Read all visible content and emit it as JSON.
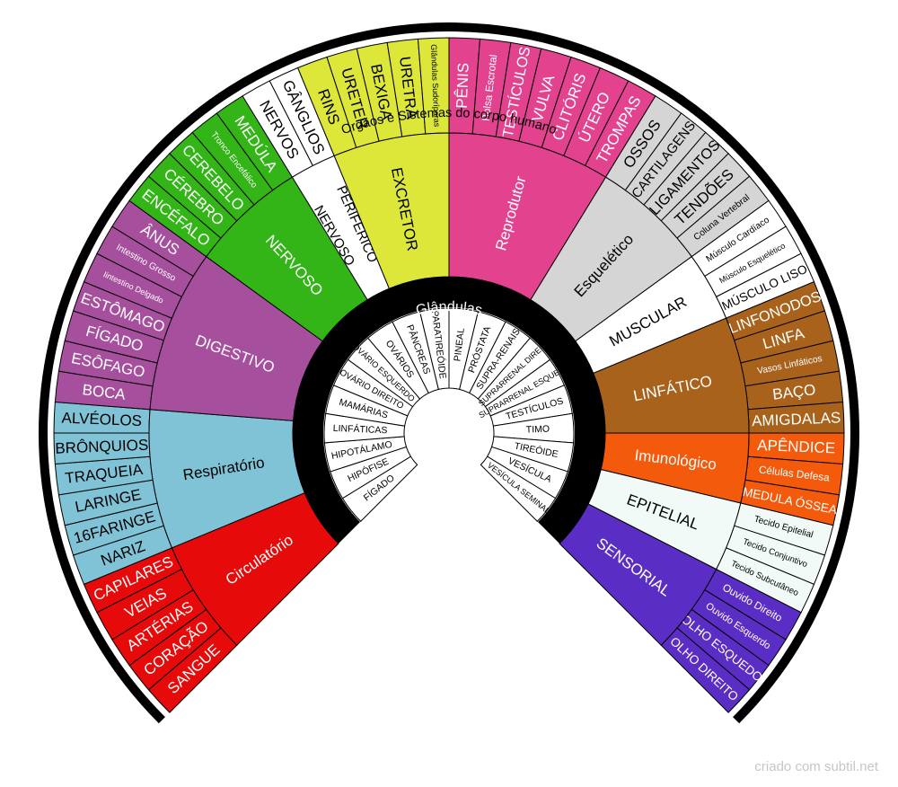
{
  "title": "Orgãos e Sistemas do corpo humano",
  "credit": "criado com subtil.net",
  "glands": {
    "title": "Glândulas",
    "items": [
      "FÍGADO",
      "HIPÓFISE",
      "HIPOTÁLAMO",
      "LINFÁTICAS",
      "MAMÁRIAS",
      "OVÁRIO DIREITO",
      "OVÁRIO ESQUERDO",
      "OVÁRIOS",
      "PÂNCREAS",
      "PARATIREÓIDE",
      "PINEAL",
      "PRÓSTATA",
      "SUPRA-RENAIS",
      "SUPRARRENAL DIREITA",
      "SUPRARRENAL ESQUERDA",
      "TESTÍCULOS",
      "TIMO",
      "TIREÓIDE",
      "VESÍCULA",
      "VESÍCULA SEMINAL"
    ]
  },
  "systems": [
    {
      "name": "Circulatório",
      "color": "#e60a0a",
      "text": "#ffffff",
      "organs": [
        "SANGUE",
        "CORAÇÃO",
        "ARTÉRIAS",
        "VEIAS",
        "CAPILARES"
      ]
    },
    {
      "name": "Respiratório",
      "color": "#80c3d6",
      "text": "#000000",
      "organs": [
        "NARIZ",
        "16FARINGE",
        "LARINGE",
        "TRAQUEIA",
        "BRÔNQUIOS",
        "ALVÉOLOS"
      ]
    },
    {
      "name": "DIGESTIVO",
      "color": "#a64f9d",
      "text": "#ffffff",
      "organs": [
        "BOCA",
        "ESÔFAGO",
        "FÍGADO",
        "ESTÔMAGO",
        "Iintestino Delgado",
        "Intestino Grosso",
        "ÂNUS"
      ]
    },
    {
      "name": "NERVOSO",
      "color": "#33b517",
      "text": "#ffffff",
      "organs": [
        "ENCÉFALO",
        "CÉREBRO",
        "CEREBELO",
        "Tronco Encefálico",
        "MEDÚLA"
      ]
    },
    {
      "name": "NERVOSO PERIFÉRICO",
      "color": "#ffffff",
      "text": "#000000",
      "organs": [
        "NERVOS",
        "GÂNGLIOS"
      ]
    },
    {
      "name": "EXCRETOR",
      "color": "#dce73a",
      "text": "#000000",
      "organs": [
        "RINS",
        "URETER",
        "BEXIGA",
        "URETRA",
        "Glândulas Sudoríparas"
      ]
    },
    {
      "name": "Reprodutor",
      "color": "#e3438e",
      "text": "#ffffff",
      "organs": [
        "PÊNIS",
        "Bolsa Escrotal",
        "TESTÍCULOS",
        "VULVA",
        "CLITÓRIS",
        "ÚTERO",
        "TROMPAS"
      ]
    },
    {
      "name": "Esquelético",
      "color": "#d5d5d5",
      "text": "#000000",
      "organs": [
        "OSSOS",
        "CARTILAGENS",
        "LIGAMENTOS",
        "TENDÕES",
        "Coluna Vertebral"
      ]
    },
    {
      "name": "MUSCULAR",
      "color": "#ffffff",
      "text": "#000000",
      "organs": [
        "Músculo Cardíaco",
        "Músculo Esquelético",
        "MÚSCULO LISO"
      ]
    },
    {
      "name": "LINFÁTICO",
      "color": "#a8621b",
      "text": "#ffffff",
      "organs": [
        "LINFONODOS",
        "LINFA",
        "Vasos Linfáticos",
        "BAÇO",
        "AMIGDALAS"
      ]
    },
    {
      "name": "Imunológico",
      "color": "#f35a0c",
      "text": "#ffffff",
      "organs": [
        "APÊNDICE",
        "Células Defesa",
        "MEDULA ÓSSEA"
      ]
    },
    {
      "name": "EPITELIAL",
      "color": "#f2faf8",
      "text": "#000000",
      "organs": [
        "Tecido Epitelial",
        "Tecido Conjuntivo",
        "Tecido Subcutâneo"
      ]
    },
    {
      "name": "SENSORIAL",
      "color": "#5a2ec5",
      "text": "#ffffff",
      "organs": [
        "Ouvido Direito",
        "Ouvido Esquerdo",
        "OLHO ESQUEDO",
        "OLHO DIREITO"
      ]
    }
  ]
}
